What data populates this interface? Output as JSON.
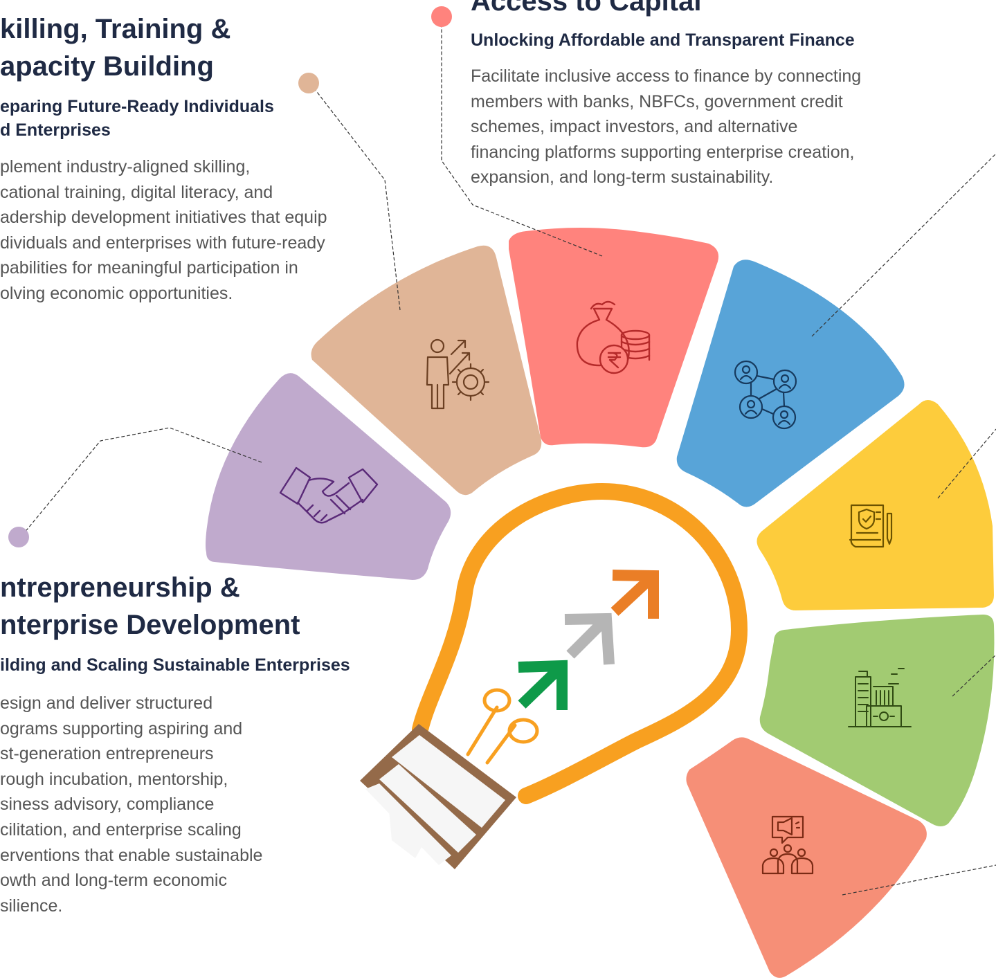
{
  "colors": {
    "capital": "#ff837d",
    "skilling": "#e0b597",
    "entrepreneurship": "#c0aacd",
    "network": "#58a4d8",
    "policy": "#fdcc3c",
    "infrastructure": "#a2cb72",
    "community": "#f68f77",
    "bulb": "#f8a020",
    "bulb_base": "#946a49",
    "arrow_green": "#0e9a49",
    "arrow_gray": "#b5b5b5",
    "arrow_orange": "#ea7e26"
  },
  "icons": {
    "capital": "money-bag-coins-icon",
    "skilling": "person-growth-gear-icon",
    "entrepreneurship": "handshake-icon",
    "network": "people-network-icon",
    "policy": "document-shield-icon",
    "infrastructure": "buildings-icon",
    "community": "megaphone-community-icon"
  },
  "capital": {
    "title": "Access to Capital",
    "subtitle": "Unlocking Affordable and Transparent Finance",
    "body": [
      "Facilitate inclusive access to finance by connecting",
      "members with banks, NBFCs, government credit",
      "schemes, impact investors, and alternative",
      "financing platforms supporting enterprise creation,",
      "expansion, and long-term sustainability."
    ]
  },
  "skilling": {
    "title": [
      "killing, Training &",
      "apacity Building"
    ],
    "subtitle": [
      "eparing Future-Ready Individuals",
      "d Enterprises"
    ],
    "body": [
      "plement industry-aligned skilling,",
      "cational training, digital literacy, and",
      "adership development initiatives that equip",
      "dividuals and enterprises with future-ready",
      "pabilities for meaningful participation in",
      "olving economic opportunities."
    ]
  },
  "entrepreneurship": {
    "title": [
      "ntrepreneurship &",
      "nterprise Development"
    ],
    "subtitle": "ilding and Scaling Sustainable Enterprises",
    "body": [
      "esign and deliver structured",
      "ograms supporting aspiring and",
      "st-generation entrepreneurs",
      "rough incubation, mentorship,",
      "siness advisory, compliance",
      "cilitation, and enterprise scaling",
      "erventions that enable sustainable",
      "owth and long-term economic",
      "silience."
    ]
  }
}
